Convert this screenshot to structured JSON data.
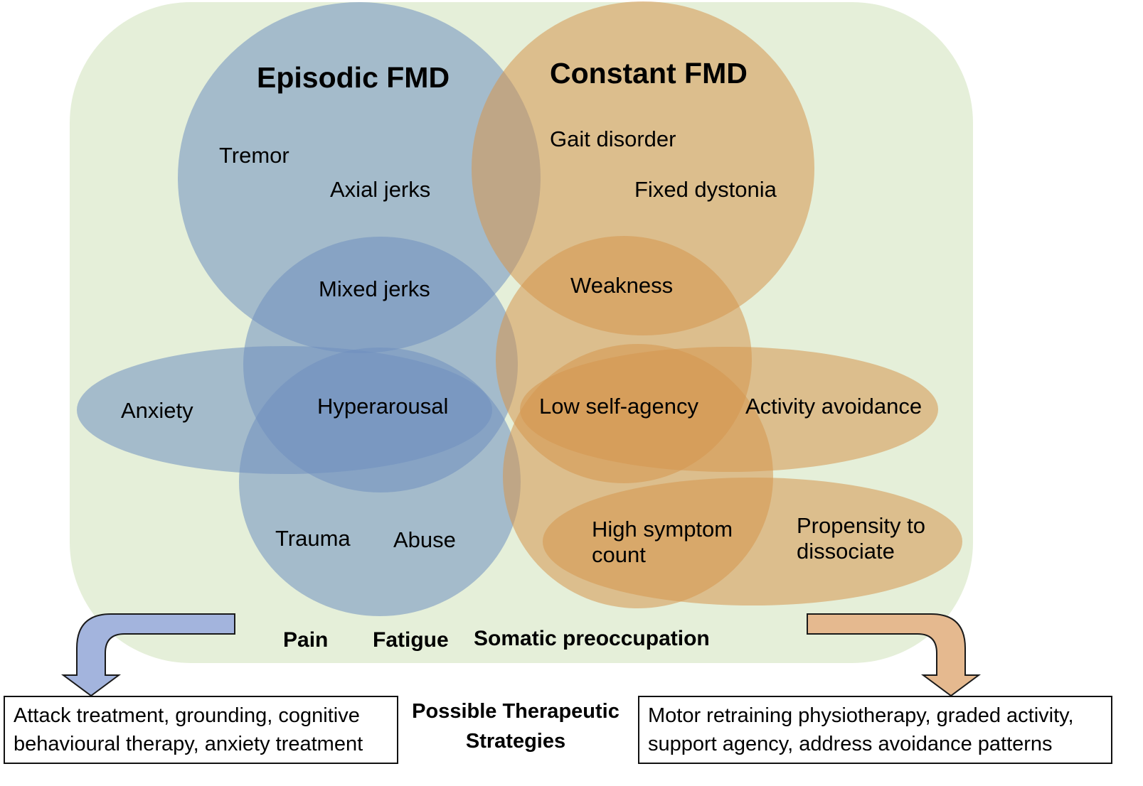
{
  "colors": {
    "background_panel": "#e5efd9",
    "episodic_fill": "#6f8fc0",
    "constant_fill": "#d6964f",
    "arrow_blue": "#a3b4dd",
    "arrow_orange": "#e5b98f",
    "box_border": "#111111"
  },
  "episodic": {
    "title": "Episodic FMD",
    "items": {
      "tremor": "Tremor",
      "axial_jerks": "Axial jerks",
      "mixed_jerks": "Mixed jerks",
      "anxiety": "Anxiety",
      "hyperarousal": "Hyperarousal",
      "trauma": "Trauma",
      "abuse": "Abuse"
    }
  },
  "constant": {
    "title": "Constant FMD",
    "items": {
      "gait_disorder": "Gait disorder",
      "fixed_dystonia": "Fixed dystonia",
      "weakness": "Weakness",
      "low_self_agency": "Low self-agency",
      "activity_avoidance": "Activity avoidance",
      "high_symptom_count_line1": "High symptom",
      "high_symptom_count_line2": "count",
      "propensity_line1": "Propensity to",
      "propensity_line2": "dissociate"
    }
  },
  "shared": {
    "pain": "Pain",
    "fatigue": "Fatigue",
    "somatic_preoccupation": "Somatic preoccupation"
  },
  "strategies": {
    "caption_line1": "Possible Therapeutic",
    "caption_line2": "Strategies",
    "episodic_line1": "Attack treatment, grounding, cognitive",
    "episodic_line2": "behavioural therapy, anxiety treatment",
    "constant_line1": "Motor retraining physiotherapy, graded activity,",
    "constant_line2": "support agency, address avoidance patterns"
  }
}
